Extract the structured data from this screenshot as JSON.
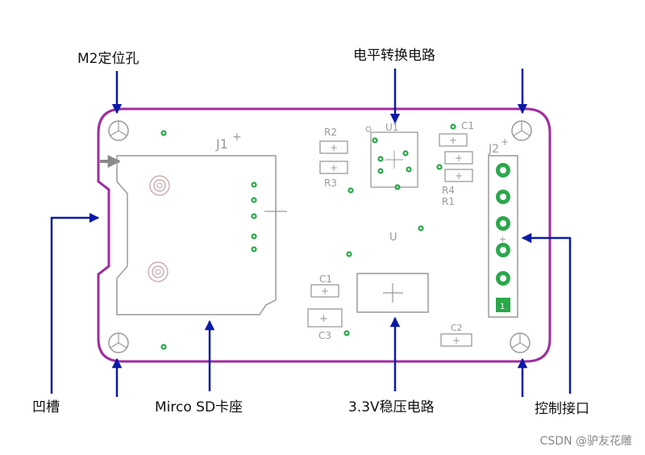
{
  "callouts": {
    "m2_hole": "M2定位孔",
    "level_shift": "电平转换电路",
    "notch": "凹槽",
    "sd_socket": "Mirco SD卡座",
    "regulator": "3.3V稳压电路",
    "control_port": "控制接口"
  },
  "silkscreen": {
    "j1": "J1",
    "j2": "J2",
    "u1": "U1",
    "u": "U",
    "r1": "R1",
    "r2": "R2",
    "r3": "R3",
    "r4": "R4",
    "c1_top": "C1",
    "c1_left": "C1",
    "c2": "C2",
    "c3": "C3",
    "plus": "+",
    "pin1": "1"
  },
  "watermark": "CSDN @驴友花雕",
  "colors": {
    "board_outline": "#a02ba0",
    "arrow": "#0a1aa8",
    "silk": "#9a9a9a",
    "via": "#2aa84a",
    "gray_arrow": "#8a8a8a"
  }
}
